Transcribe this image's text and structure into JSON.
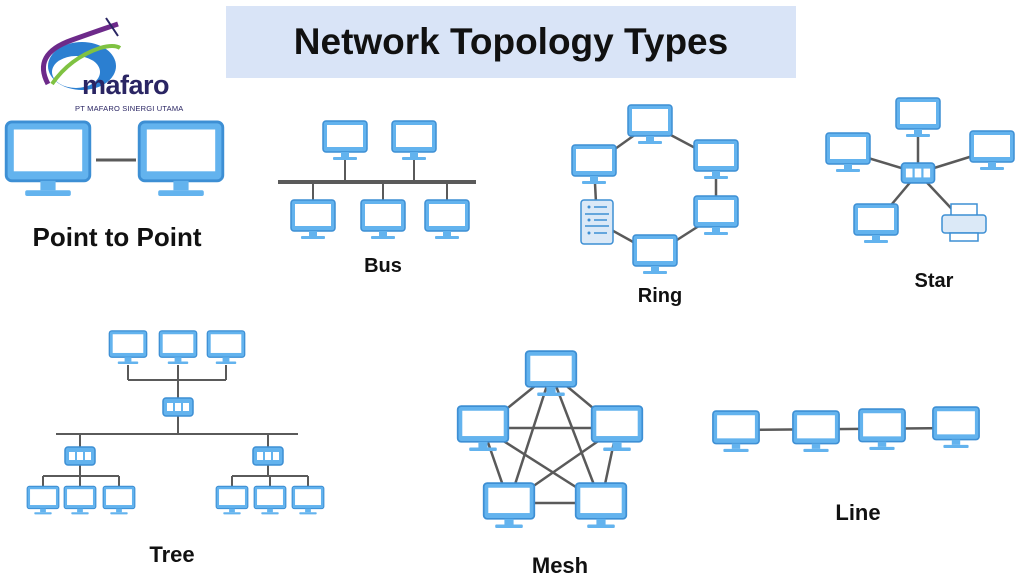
{
  "header": {
    "title": "Network Topology Types"
  },
  "logo": {
    "name": "mafaro",
    "tagline": "PT MAFARO SINERGI UTAMA"
  },
  "colors": {
    "device_fill": "#63b3ee",
    "device_stroke": "#3d8fd4",
    "screen": "#ffffff",
    "line": "#5a5a5a",
    "banner": "#d9e4f7"
  },
  "topologies": {
    "point_to_point": {
      "label": "Point to Point"
    },
    "bus": {
      "label": "Bus"
    },
    "ring": {
      "label": "Ring"
    },
    "star": {
      "label": "Star"
    },
    "tree": {
      "label": "Tree"
    },
    "mesh": {
      "label": "Mesh"
    },
    "line": {
      "label": "Line"
    }
  }
}
